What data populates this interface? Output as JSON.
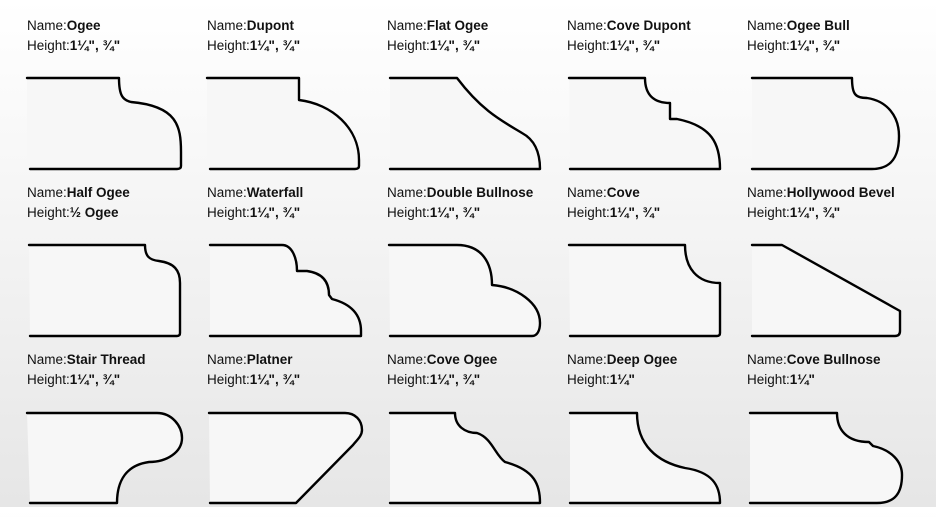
{
  "profiles": [
    {
      "name_prefix": "Name:",
      "name": "Ogee",
      "height_prefix": "Height:",
      "height": "1¼\", ¾\"",
      "shape": "ogee-icon"
    },
    {
      "name_prefix": "Name:",
      "name": "Dupont",
      "height_prefix": "Height:",
      "height": "1¼\", ¾\"",
      "shape": "dupont-icon"
    },
    {
      "name_prefix": "Name:",
      "name": "Flat Ogee",
      "height_prefix": "Height:",
      "height": "1¼\", ¾\"",
      "shape": "flat-ogee-icon"
    },
    {
      "name_prefix": "Name:",
      "name": "Cove Dupont",
      "height_prefix": "Height:",
      "height": "1¼\", ¾\"",
      "shape": "cove-dupont-icon"
    },
    {
      "name_prefix": "Name:",
      "name": "Ogee Bull",
      "height_prefix": "Height:",
      "height": "1¼\", ¾\"",
      "shape": "ogee-bull-icon"
    },
    {
      "name_prefix": "Name:",
      "name": "Half Ogee",
      "height_prefix": "Height:",
      "height": "½ Ogee",
      "shape": "half-ogee-icon"
    },
    {
      "name_prefix": "Name:",
      "name": "Waterfall",
      "height_prefix": "Height:",
      "height": "1¼\", ¾\"",
      "shape": "waterfall-icon"
    },
    {
      "name_prefix": "Name:",
      "name": "Double Bullnose",
      "height_prefix": "Height:",
      "height": "1¼\", ¾\"",
      "shape": "double-bullnose-icon"
    },
    {
      "name_prefix": "Name:",
      "name": "Cove",
      "height_prefix": "Height:",
      "height": "1¼\", ¾\"",
      "shape": "cove-icon"
    },
    {
      "name_prefix": "Name:",
      "name": "Hollywood Bevel",
      "height_prefix": "Height:",
      "height": "1¼\", ¾\"",
      "shape": "hollywood-bevel-icon"
    },
    {
      "name_prefix": "Name:",
      "name": "Stair Thread",
      "height_prefix": "Height:",
      "height": "1¼\", ¾\"",
      "shape": "stair-thread-icon"
    },
    {
      "name_prefix": "Name:",
      "name": "Platner",
      "height_prefix": "Height:",
      "height": "1¼\", ¾\"",
      "shape": "platner-icon"
    },
    {
      "name_prefix": "Name:",
      "name": "Cove Ogee",
      "height_prefix": "Height:",
      "height": "1¼\", ¾\"",
      "shape": "cove-ogee-icon"
    },
    {
      "name_prefix": "Name:",
      "name": "Deep Ogee",
      "height_prefix": "Height:",
      "height": "1¼\"",
      "shape": "deep-ogee-icon"
    },
    {
      "name_prefix": "Name:",
      "name": "Cove Bullnose",
      "height_prefix": "Height:",
      "height": "1¼\"",
      "shape": "cove-bullnose-icon"
    }
  ]
}
